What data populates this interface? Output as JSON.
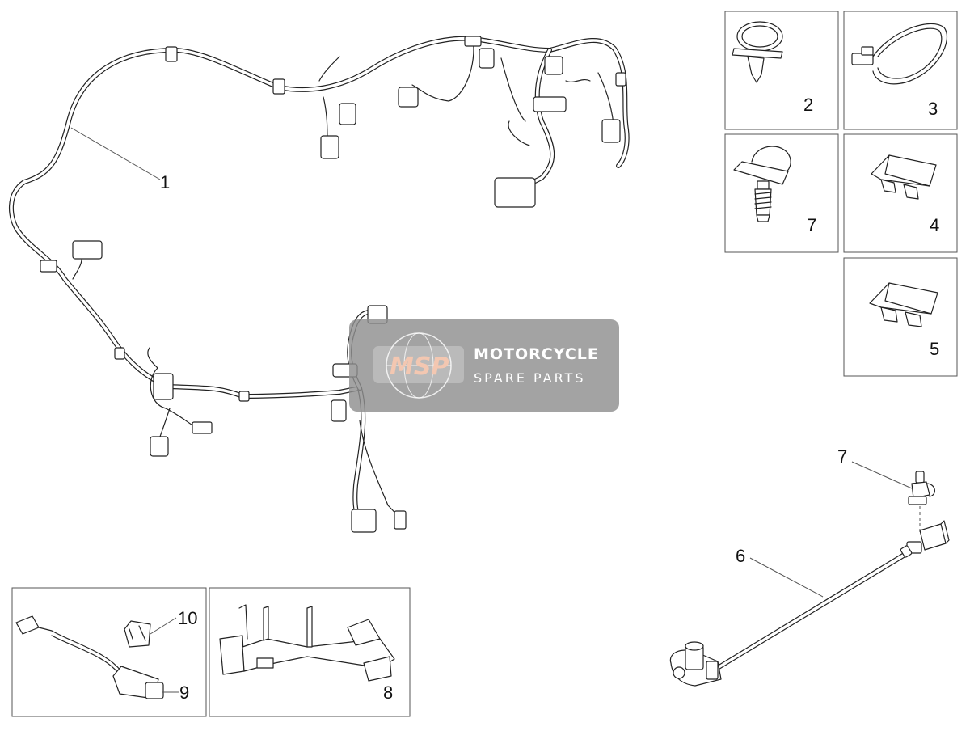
{
  "diagram": {
    "callouts": {
      "c1": "1",
      "c2": "2",
      "c3": "3",
      "c4": "4",
      "c5": "5",
      "c6": "6",
      "c7_box": "7",
      "c7_sensor": "7",
      "c8": "8",
      "c9": "9",
      "c10": "10"
    }
  },
  "watermark": {
    "logo": "MSP",
    "line1": "MOTORCYCLE",
    "line2": "SPARE PARTS",
    "band_color": "#8f8f8f",
    "logo_color": "#f3c7b1"
  }
}
